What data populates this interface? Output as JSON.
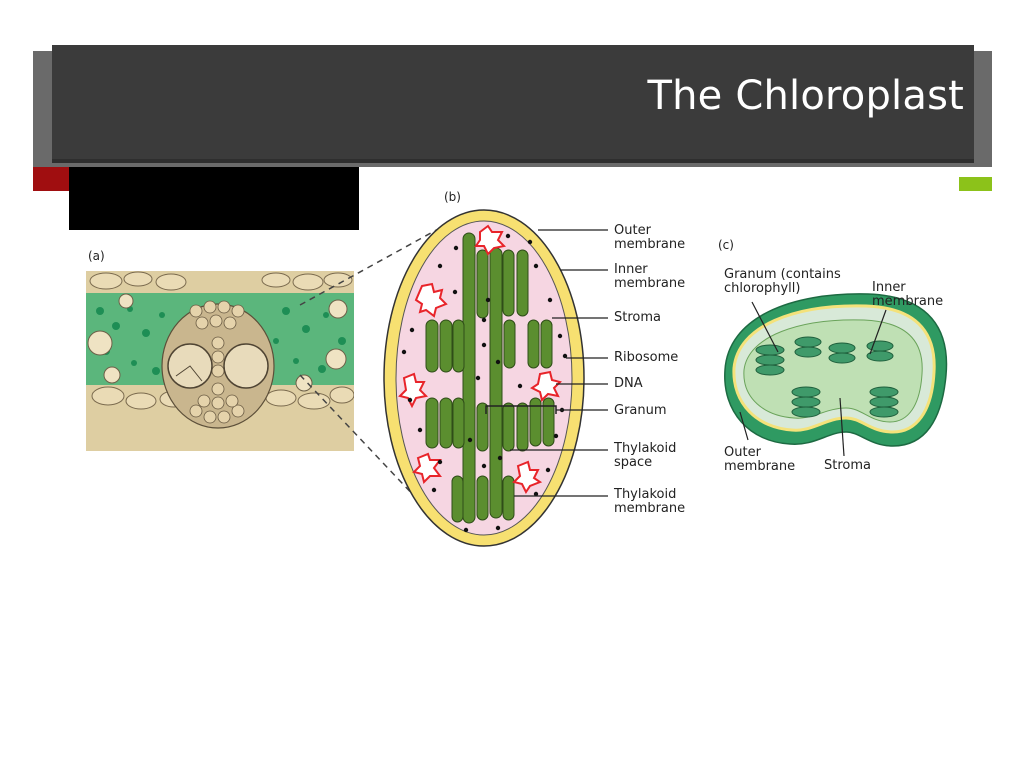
{
  "slide": {
    "title": "The Chloroplast"
  },
  "panel_a": {
    "label": "(a)"
  },
  "panel_b": {
    "label": "(b)",
    "labels": {
      "outer_membrane": "Outer\nmembrane",
      "inner_membrane": "Inner\nmembrane",
      "stroma": "Stroma",
      "ribosome": "Ribosome",
      "dna": "DNA",
      "granum": "Granum",
      "thylakoid_space": "Thylakoid\nspace",
      "thylakoid_membrane": "Thylakoid\nmembrane"
    }
  },
  "panel_c": {
    "label": "(c)",
    "labels": {
      "granum": "Granum (contains\nchlorophyll)",
      "inner_membrane": "Inner\nmembrane",
      "outer_membrane": "Outer\nmembrane",
      "stroma": "Stroma"
    }
  },
  "colors": {
    "title_bar": "#3b3b3b",
    "red_accent": "#a00e10",
    "green_accent": "#8cc21a",
    "thylakoid": "#5b8e2f",
    "stroma_pink": "#f7dbe6",
    "membrane_yellow": "#f6e58a",
    "dna_red": "#e8242a"
  }
}
